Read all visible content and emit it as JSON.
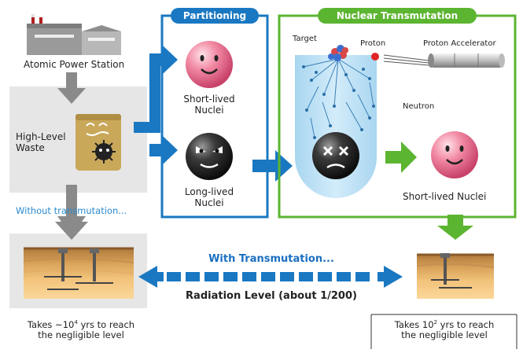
{
  "power_station": {
    "label": "Atomic Power Station"
  },
  "waste": {
    "label_line1": "High-Level",
    "label_line2": "Waste"
  },
  "without_label": "Without transmutation...",
  "partitioning": {
    "header": "Partitioning",
    "short_line1": "Short-lived",
    "short_line2": "Nuclei",
    "long_line1": "Long-lived",
    "long_line2": "Nuclei"
  },
  "transmutation": {
    "header": "Nuclear Transmutation",
    "target": "Target",
    "proton": "Proton",
    "accelerator": "Proton Accelerator",
    "neutron": "Neutron",
    "short_lived": "Short-lived Nuclei"
  },
  "with_label": "With Transmutation...",
  "radiation_label": "Radiation Level (about 1/200)",
  "left_caption": {
    "line1_pre": "Takes ~10",
    "line1_sup": "4",
    "line1_post": " yrs to reach",
    "line2": "the negligible level"
  },
  "right_caption": {
    "line1_pre": "Takes 10",
    "line1_sup": "2",
    "line1_post": " yrs to reach",
    "line2": "the negligible level"
  },
  "colors": {
    "blue": "#1a78c2",
    "green": "#5cb531",
    "gray_panel": "#e6e6e6",
    "gray_arrow": "#8a8a8a",
    "without_text": "#2a8bd0",
    "with_text": "#1a6fc0"
  }
}
